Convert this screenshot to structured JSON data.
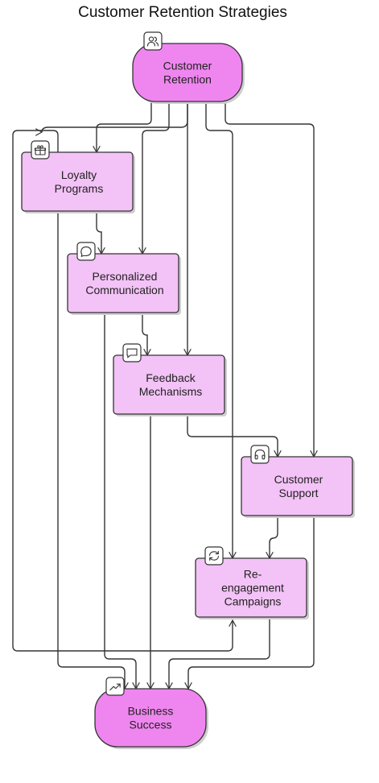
{
  "title": "Customer Retention Strategies",
  "colors": {
    "terminal_fill": "#ef86ef",
    "process_fill": "#f3c2f6",
    "stroke": "#333333",
    "shadow": "#cfcfcf"
  },
  "nodes": {
    "customer_retention": {
      "lines": [
        "Customer",
        "Retention"
      ],
      "icon": "users-icon"
    },
    "loyalty_programs": {
      "lines": [
        "Loyalty",
        "Programs"
      ],
      "icon": "gift-icon"
    },
    "personalized_communication": {
      "lines": [
        "Personalized",
        "Communication"
      ],
      "icon": "speech-bubble-icon"
    },
    "feedback_mechanisms": {
      "lines": [
        "Feedback",
        "Mechanisms"
      ],
      "icon": "message-square-icon"
    },
    "customer_support": {
      "lines": [
        "Customer",
        "Support"
      ],
      "icon": "headphones-icon"
    },
    "reengagement_campaigns": {
      "lines": [
        "Re-",
        "engagement",
        "Campaigns"
      ],
      "icon": "refresh-icon"
    },
    "business_success": {
      "lines": [
        "Business",
        "Success"
      ],
      "icon": "trending-up-icon"
    }
  },
  "edges": [
    {
      "from": "customer_retention",
      "to": "loyalty_programs"
    },
    {
      "from": "customer_retention",
      "to": "personalized_communication"
    },
    {
      "from": "customer_retention",
      "to": "feedback_mechanisms"
    },
    {
      "from": "customer_retention",
      "to": "customer_support"
    },
    {
      "from": "customer_retention",
      "to": "reengagement_campaigns"
    },
    {
      "from": "customer_retention",
      "to": "business_success"
    },
    {
      "from": "loyalty_programs",
      "to": "personalized_communication"
    },
    {
      "from": "loyalty_programs",
      "to": "business_success"
    },
    {
      "from": "personalized_communication",
      "to": "feedback_mechanisms"
    },
    {
      "from": "personalized_communication",
      "to": "business_success"
    },
    {
      "from": "feedback_mechanisms",
      "to": "customer_support"
    },
    {
      "from": "feedback_mechanisms",
      "to": "business_success"
    },
    {
      "from": "customer_support",
      "to": "reengagement_campaigns"
    },
    {
      "from": "customer_support",
      "to": "business_success"
    },
    {
      "from": "reengagement_campaigns",
      "to": "business_success"
    }
  ]
}
